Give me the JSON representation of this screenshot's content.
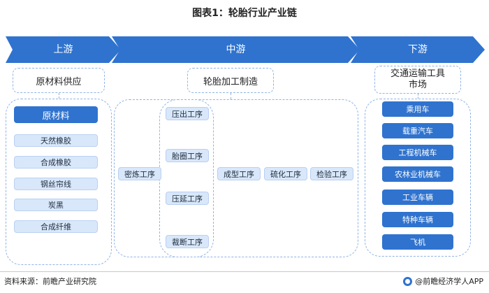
{
  "title": "图表1：轮胎行业产业链",
  "stages": {
    "upstream": "上游",
    "midstream": "中游",
    "downstream": "下游"
  },
  "upstream": {
    "header": "原材料供应",
    "list_title": "原材料",
    "items": [
      "天然橡胶",
      "合成橡胶",
      "钢丝帘线",
      "炭黑",
      "合成纤维"
    ]
  },
  "midstream": {
    "header": "轮胎加工制造",
    "first_step": "密炼工序",
    "parallel_steps": [
      "压出工序",
      "胎圈工序",
      "压延工序",
      "裁断工序"
    ],
    "later_steps": [
      "成型工序",
      "硫化工序",
      "检验工序"
    ]
  },
  "downstream": {
    "header": "交通运输工具\n市场",
    "items": [
      "乘用车",
      "载重汽车",
      "工程机械车",
      "农林业机械车",
      "工业车辆",
      "特种车辆",
      "飞机"
    ]
  },
  "footer": {
    "source": "资料来源：前瞻产业研究院",
    "brand": "@前瞻经济学人APP"
  },
  "colors": {
    "stage_blue": "#2f73cf",
    "light_blue": "#d9e7fb",
    "dash_blue": "#8fb4e6"
  }
}
